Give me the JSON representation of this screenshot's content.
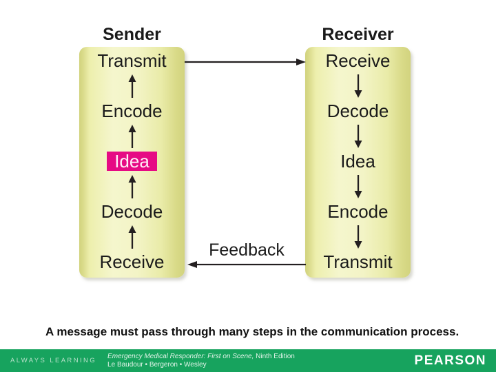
{
  "diagram": {
    "sender": {
      "title": "Sender",
      "steps": [
        "Transmit",
        "Encode",
        "Idea",
        "Decode",
        "Receive"
      ],
      "flow_direction": "up",
      "highlighted_step": "Idea"
    },
    "receiver": {
      "title": "Receiver",
      "steps": [
        "Receive",
        "Decode",
        "Idea",
        "Encode",
        "Transmit"
      ],
      "flow_direction": "down"
    },
    "feedback_label": "Feedback"
  },
  "caption": "A message must pass through many steps in the communication process.",
  "footer": {
    "always_learning": "ALWAYS LEARNING",
    "book_title_italic": "Emergency Medical Responder: First on Scene,",
    "book_title_rest": " Ninth Edition",
    "authors": "Le Baudour • Bergeron • Wesley",
    "brand": "PEARSON"
  },
  "colors": {
    "panel_fill": "#f3f4c6",
    "panel_edge": "#d2d37e",
    "idea_box": "#e60a84",
    "idea_text": "#ffeef7",
    "arrow": "#231f20",
    "footer_green": "#17a35e"
  },
  "icons": {
    "up_arrow": "arrow-up",
    "down_arrow": "arrow-down",
    "flow_arrow": "arrow-right",
    "feedback_arrow": "arrow-left"
  }
}
